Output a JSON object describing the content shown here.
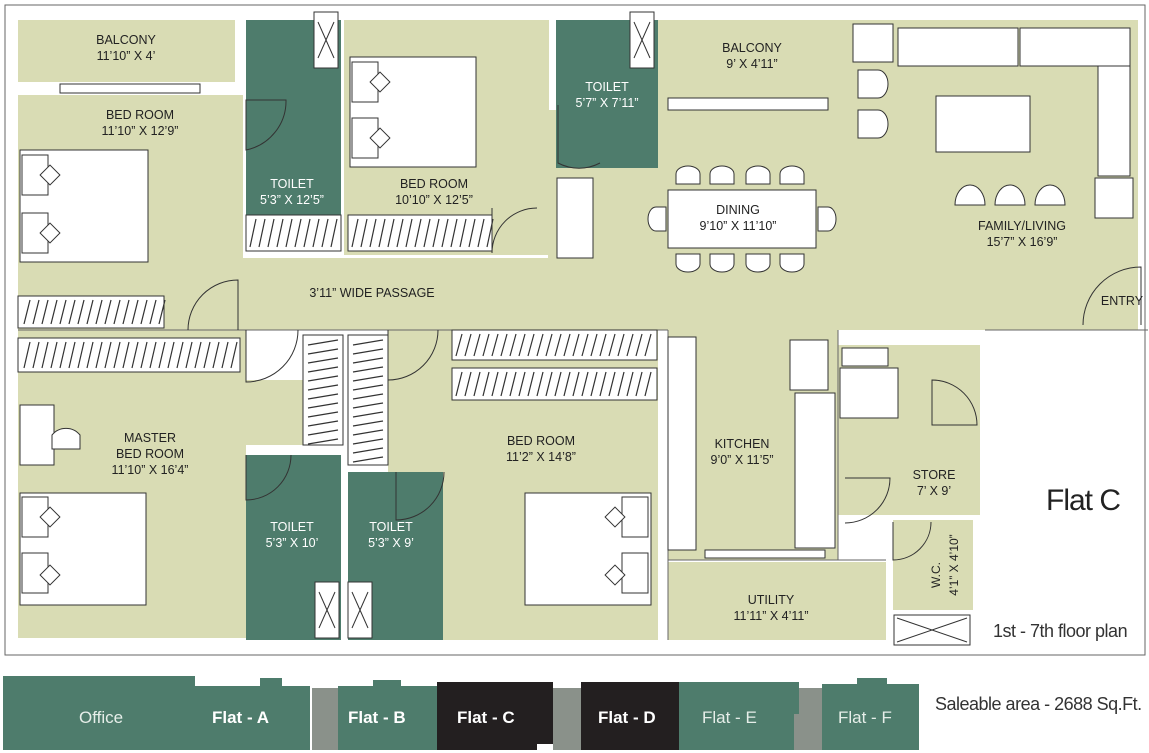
{
  "plan": {
    "title": "Flat C",
    "floor_note": "1st - 7th floor plan",
    "area_note": "Saleable area - 2688 Sq.Ft.",
    "rooms": {
      "balcony1": {
        "name": "BALCONY",
        "size": "11’10” X 4’"
      },
      "bed1": {
        "name": "BED ROOM",
        "size": "11’10” X 12’9”"
      },
      "toilet1": {
        "name": "TOILET",
        "size": "5’3” X 12’5”"
      },
      "bed2": {
        "name": "BED ROOM",
        "size": "10’10” X 12’5”"
      },
      "toilet2": {
        "name": "TOILET",
        "size": "5’7” X 7’11”"
      },
      "balcony2": {
        "name": "BALCONY",
        "size": "9’ X 4’11”"
      },
      "dining": {
        "name": "DINING",
        "size": "9’10” X 11’10”"
      },
      "living": {
        "name": "FAMILY/LIVING",
        "size": "15’7” X 16’9”"
      },
      "passage": {
        "name": "3’11” WIDE PASSAGE"
      },
      "entry": {
        "name": "ENTRY"
      },
      "master": {
        "name1": "MASTER",
        "name2": "BED ROOM",
        "size": "11’10” X 16’4”"
      },
      "toilet3": {
        "name": "TOILET",
        "size": "5’3” X 10’"
      },
      "toilet4": {
        "name": "TOILET",
        "size": "5’3” X 9’"
      },
      "bed3": {
        "name": "BED ROOM",
        "size": "11’2” X 14’8”"
      },
      "kitchen": {
        "name": "KITCHEN",
        "size": "9’0” X 11’5”"
      },
      "store": {
        "name": "STORE",
        "size": "7’ X 9’"
      },
      "utility": {
        "name": "UTILITY",
        "size": "11’11” X 4’11”"
      },
      "wc": {
        "name": "W.C.",
        "size": "4’1” X 4’10”"
      }
    },
    "colors": {
      "floor": "#d9dcb4",
      "toilet": "#4e7c6c",
      "wall": "#ffffff",
      "line": "#333333"
    }
  },
  "key_plan": {
    "units": [
      {
        "label": "Office",
        "color": "#4e7c6c"
      },
      {
        "label": "Flat - A",
        "color": "#4e7c6c"
      },
      {
        "label": "Flat - B",
        "color": "#4e7c6c"
      },
      {
        "label": "Flat - C",
        "color": "#231f20"
      },
      {
        "label": "Flat - D",
        "color": "#231f20"
      },
      {
        "label": "Flat - E",
        "color": "#4e7c6c"
      },
      {
        "label": "Flat - F",
        "color": "#4e7c6c"
      }
    ],
    "gap_color": "#8a918a"
  }
}
